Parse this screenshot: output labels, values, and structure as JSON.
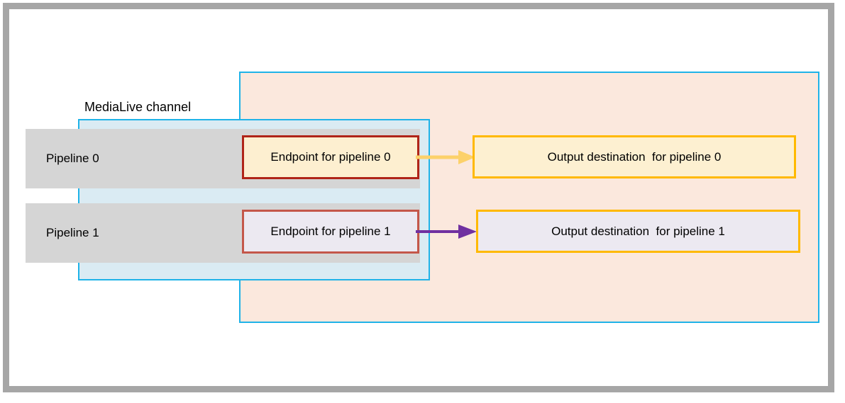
{
  "diagram": {
    "title_label": "MediaLive channel",
    "regions": {
      "services": {
        "name": "services-region",
        "fill": "#fbe8dd",
        "stroke": "#1fb3e8"
      },
      "channel": {
        "name": "MediaLive channel",
        "fill": "#daebf3",
        "stroke": "#1fb3e8"
      }
    },
    "pipelines": [
      {
        "label": "Pipeline 0",
        "endpoint_label": "Endpoint for pipeline 0",
        "output_label": "Output destination  for pipeline 0",
        "endpoint_fill": "#fdefd0",
        "endpoint_stroke": "#b02418",
        "output_fill": "#fdf0d1",
        "output_stroke": "#ffb900",
        "arrow_color": "#fcd16a"
      },
      {
        "label": "Pipeline 1",
        "endpoint_label": "Endpoint for pipeline 1",
        "output_label": "Output destination  for pipeline 1",
        "endpoint_fill": "#ece9f1",
        "endpoint_stroke": "#c4574a",
        "output_fill": "#ece9f1",
        "output_stroke": "#ffb900",
        "arrow_color": "#7030a0"
      }
    ],
    "frame_color": "#a6a6a6",
    "pipeline_band_fill": "#d5d5d5",
    "background": "#ffffff"
  }
}
